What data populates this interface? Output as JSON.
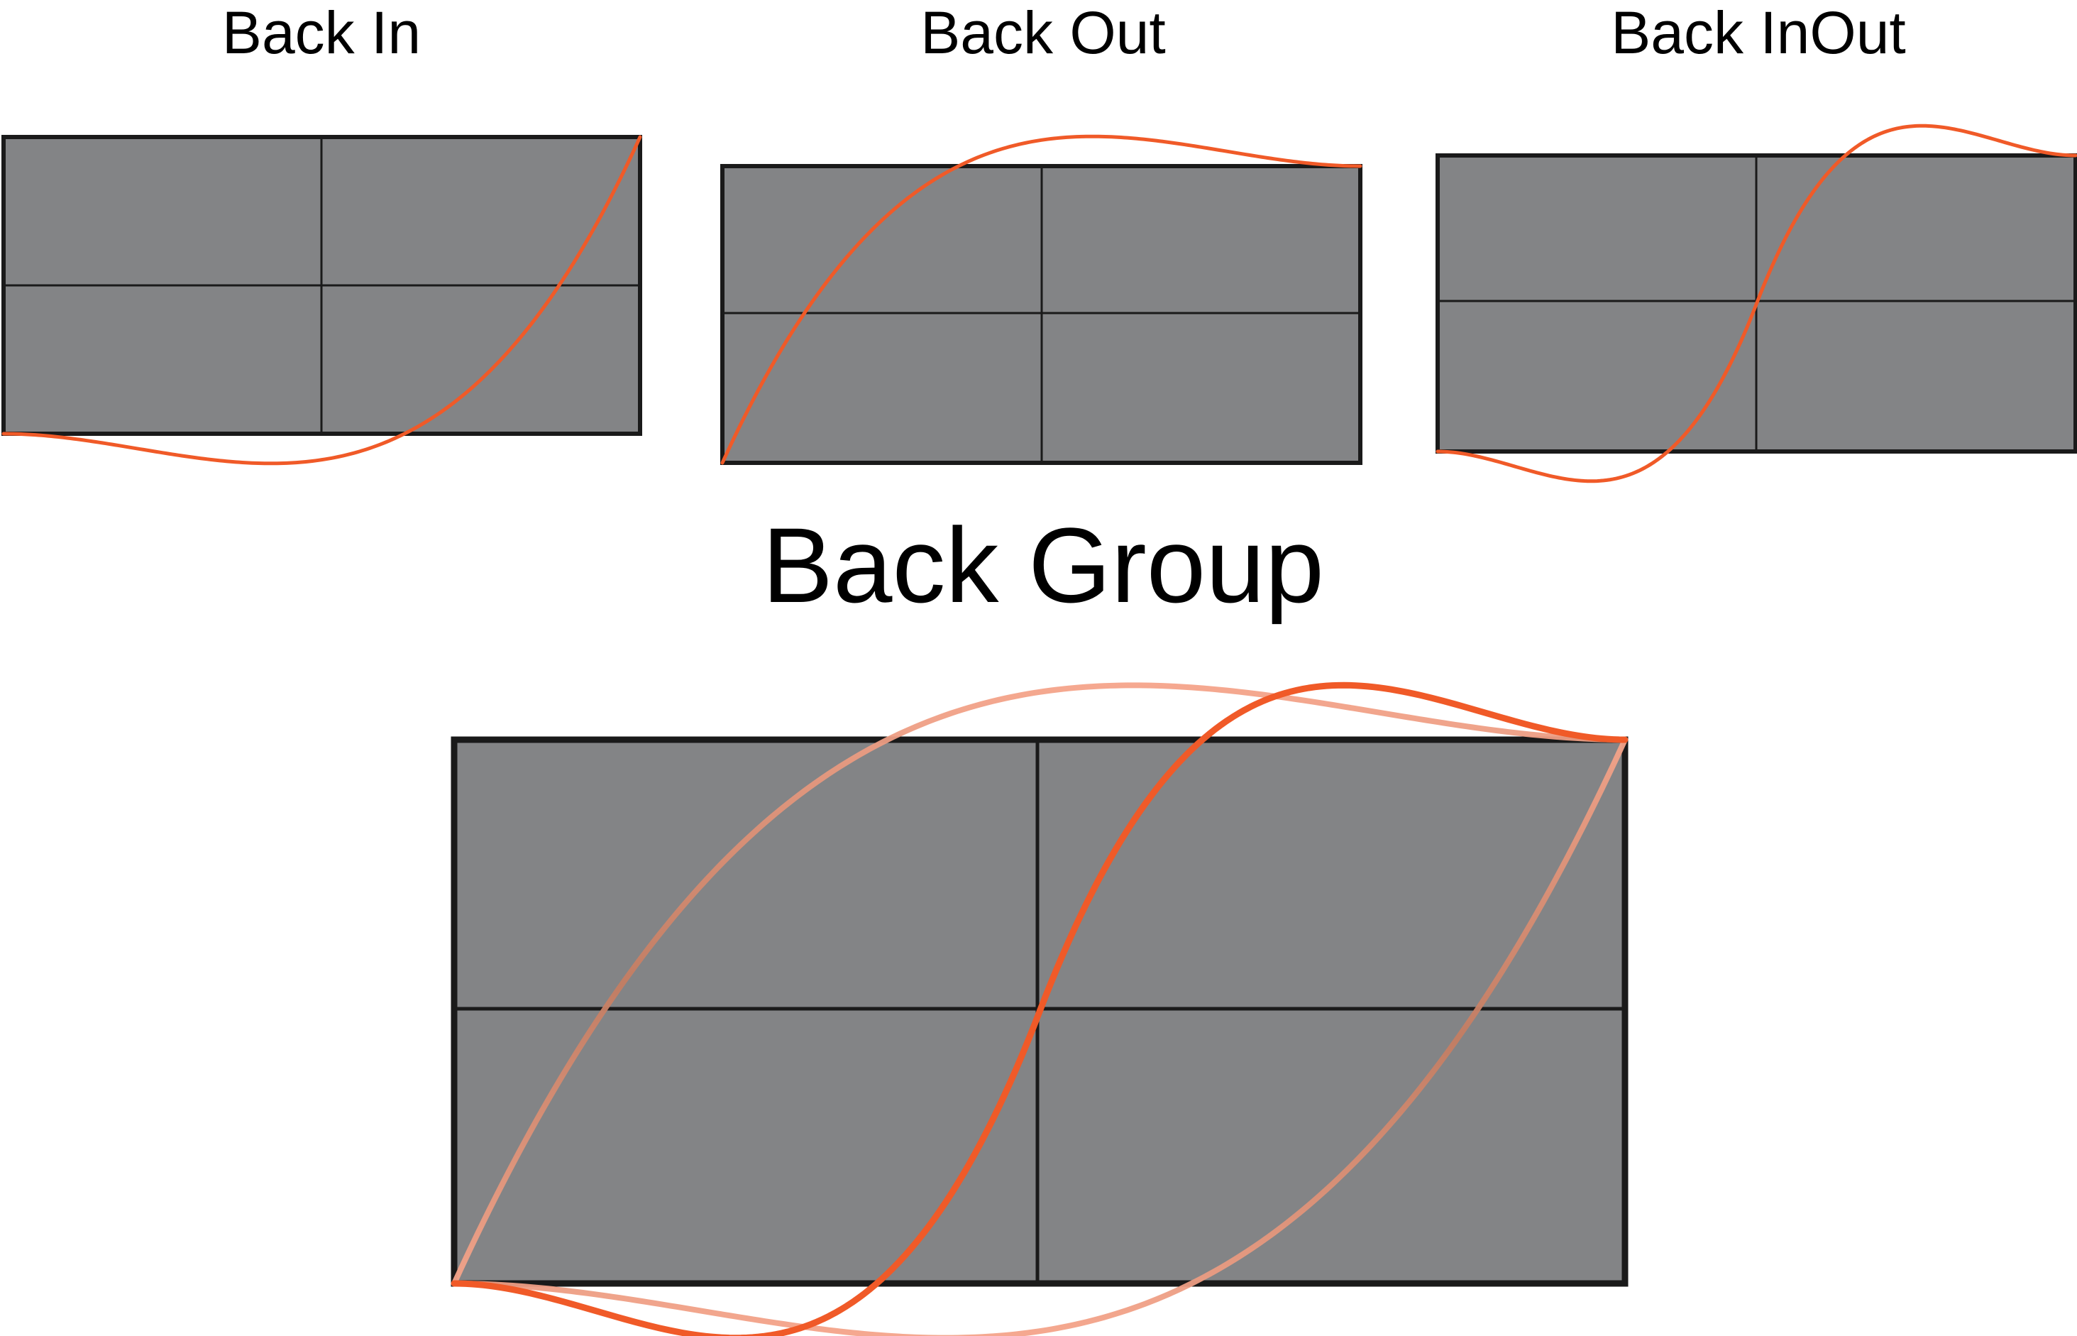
{
  "colors": {
    "background": "#ffffff",
    "panel_fill": "#838486",
    "panel_border": "#1a1a1a",
    "curve": "#f05a28",
    "curve_faded_top": "#f5a48a",
    "curve_faded_mid": "#c47d62"
  },
  "labels": {
    "back_in": "Back In",
    "back_out": "Back Out",
    "back_inout": "Back InOut",
    "group_title": "Back Group"
  },
  "panels": [
    {
      "id": "back-in",
      "curve": "back_in",
      "title_key": "back_in"
    },
    {
      "id": "back-out",
      "curve": "back_out",
      "title_key": "back_out"
    },
    {
      "id": "back-inout",
      "curve": "back_inout",
      "title_key": "back_inout"
    },
    {
      "id": "back-group",
      "curves": [
        "back_in",
        "back_out",
        "back_inout"
      ],
      "title_key": "group_title"
    }
  ],
  "easing": {
    "overshoot_s": 1.70158,
    "grid_divisions": 2
  }
}
